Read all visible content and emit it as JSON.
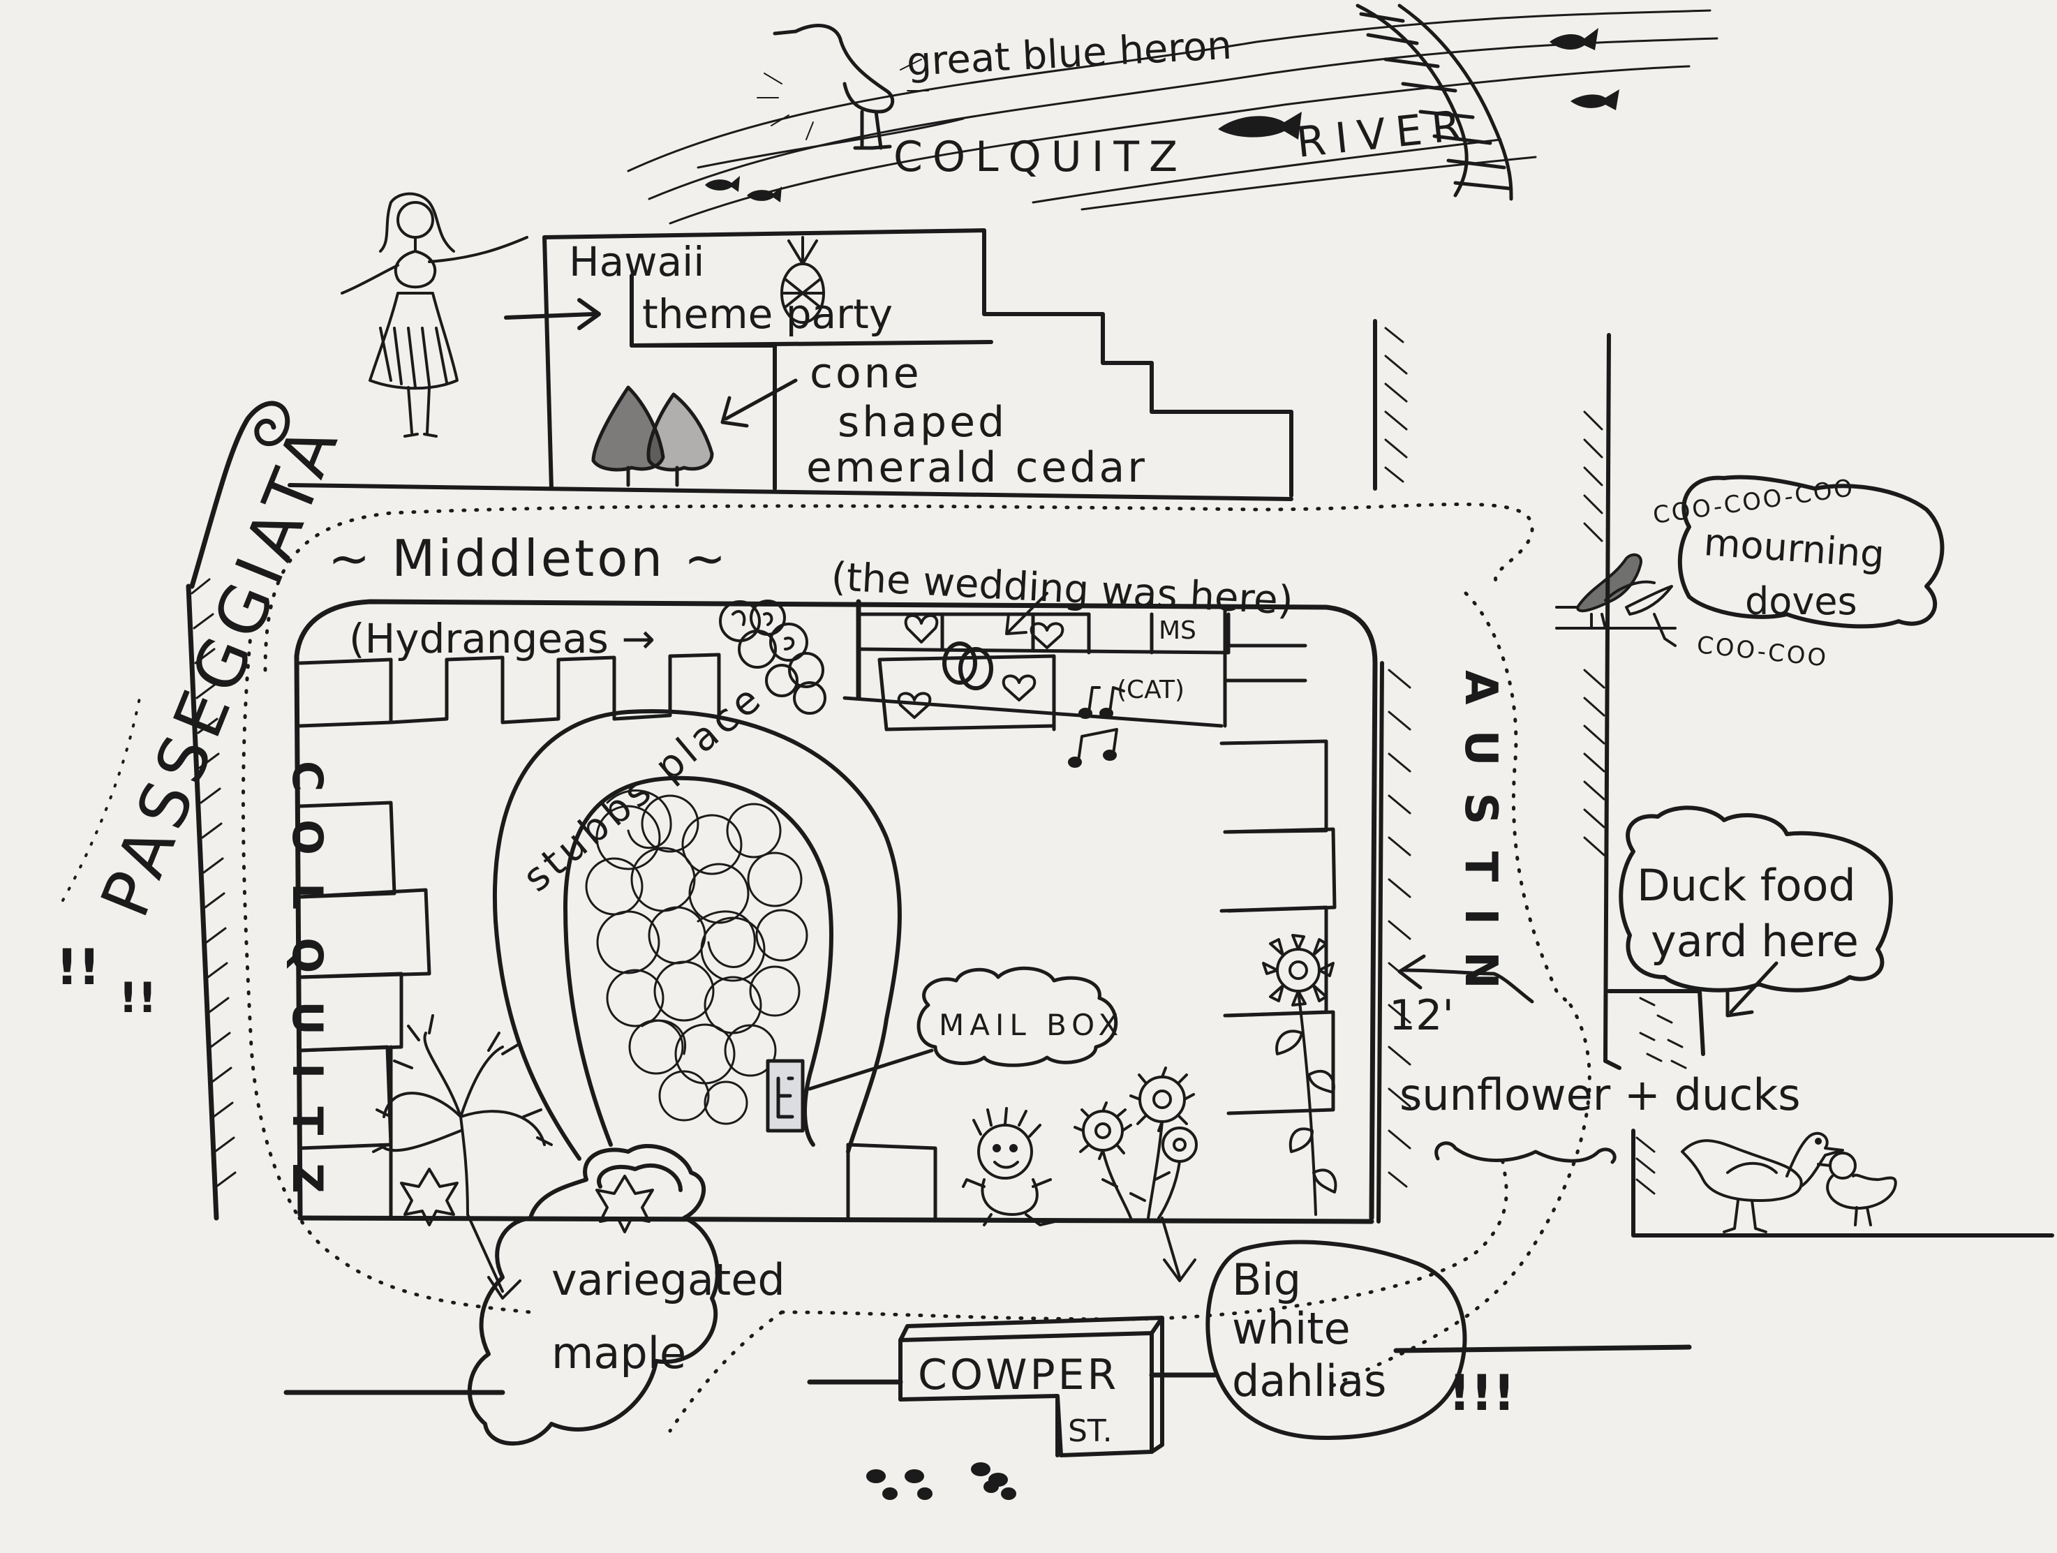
{
  "map": {
    "ink_color": "#1b1b1b",
    "paper_color": "#f1f0ec",
    "labels": {
      "heron": "great blue heron",
      "river_1": "COLQUITZ",
      "river_2": "RIVER",
      "hawaii_1": "Hawaii",
      "hawaii_2": "theme party",
      "cone_1": "cone",
      "cone_2": "shaped",
      "cone_3": "emerald cedar",
      "passeggiata": "PASSEGGIATA",
      "colquitz_street": "COLQUITZ",
      "middleton": "~ Middleton ~",
      "wedding": "(the wedding was here)",
      "hydrangeas": "(Hydrangeas →",
      "cat_initials": "MS",
      "cat": "(CAT)",
      "stubbs": "stubbs place",
      "mailbox": "MAIL BOX",
      "austin": "AUSTIN",
      "coo_1": "COO-COO-COO",
      "doves_1": "mourning",
      "doves_2": "doves",
      "coo_2": "COO-COO",
      "duck_1": "Duck food",
      "duck_2": "yard here",
      "sunflower_1": "12'",
      "sunflower_2": "sunflower + ducks",
      "maple_1": "variegated",
      "maple_2": "maple",
      "cowper_1": "COWPER",
      "cowper_2": "ST.",
      "dahlias_1": "Big",
      "dahlias_2": "white",
      "dahlias_3": "dahlias",
      "dahlias_bang": "!!!",
      "bang_left": "!!",
      "bang_left_2": "!!"
    },
    "icons": [
      "heron-icon",
      "fish-icon",
      "ladder-icon",
      "hula-dancer-icon",
      "pineapple-icon",
      "cedar-tree-icon",
      "spiral-icon",
      "hydrangea-icon",
      "heart-icon",
      "wedding-rings-icon",
      "music-note-icon",
      "mailbox-icon",
      "maple-tree-icon",
      "maple-leaf-icon",
      "child-icon",
      "dahlia-icon",
      "sunflower-icon",
      "dove-icon",
      "duck-icon",
      "duckling-icon",
      "footprints-icon"
    ]
  }
}
